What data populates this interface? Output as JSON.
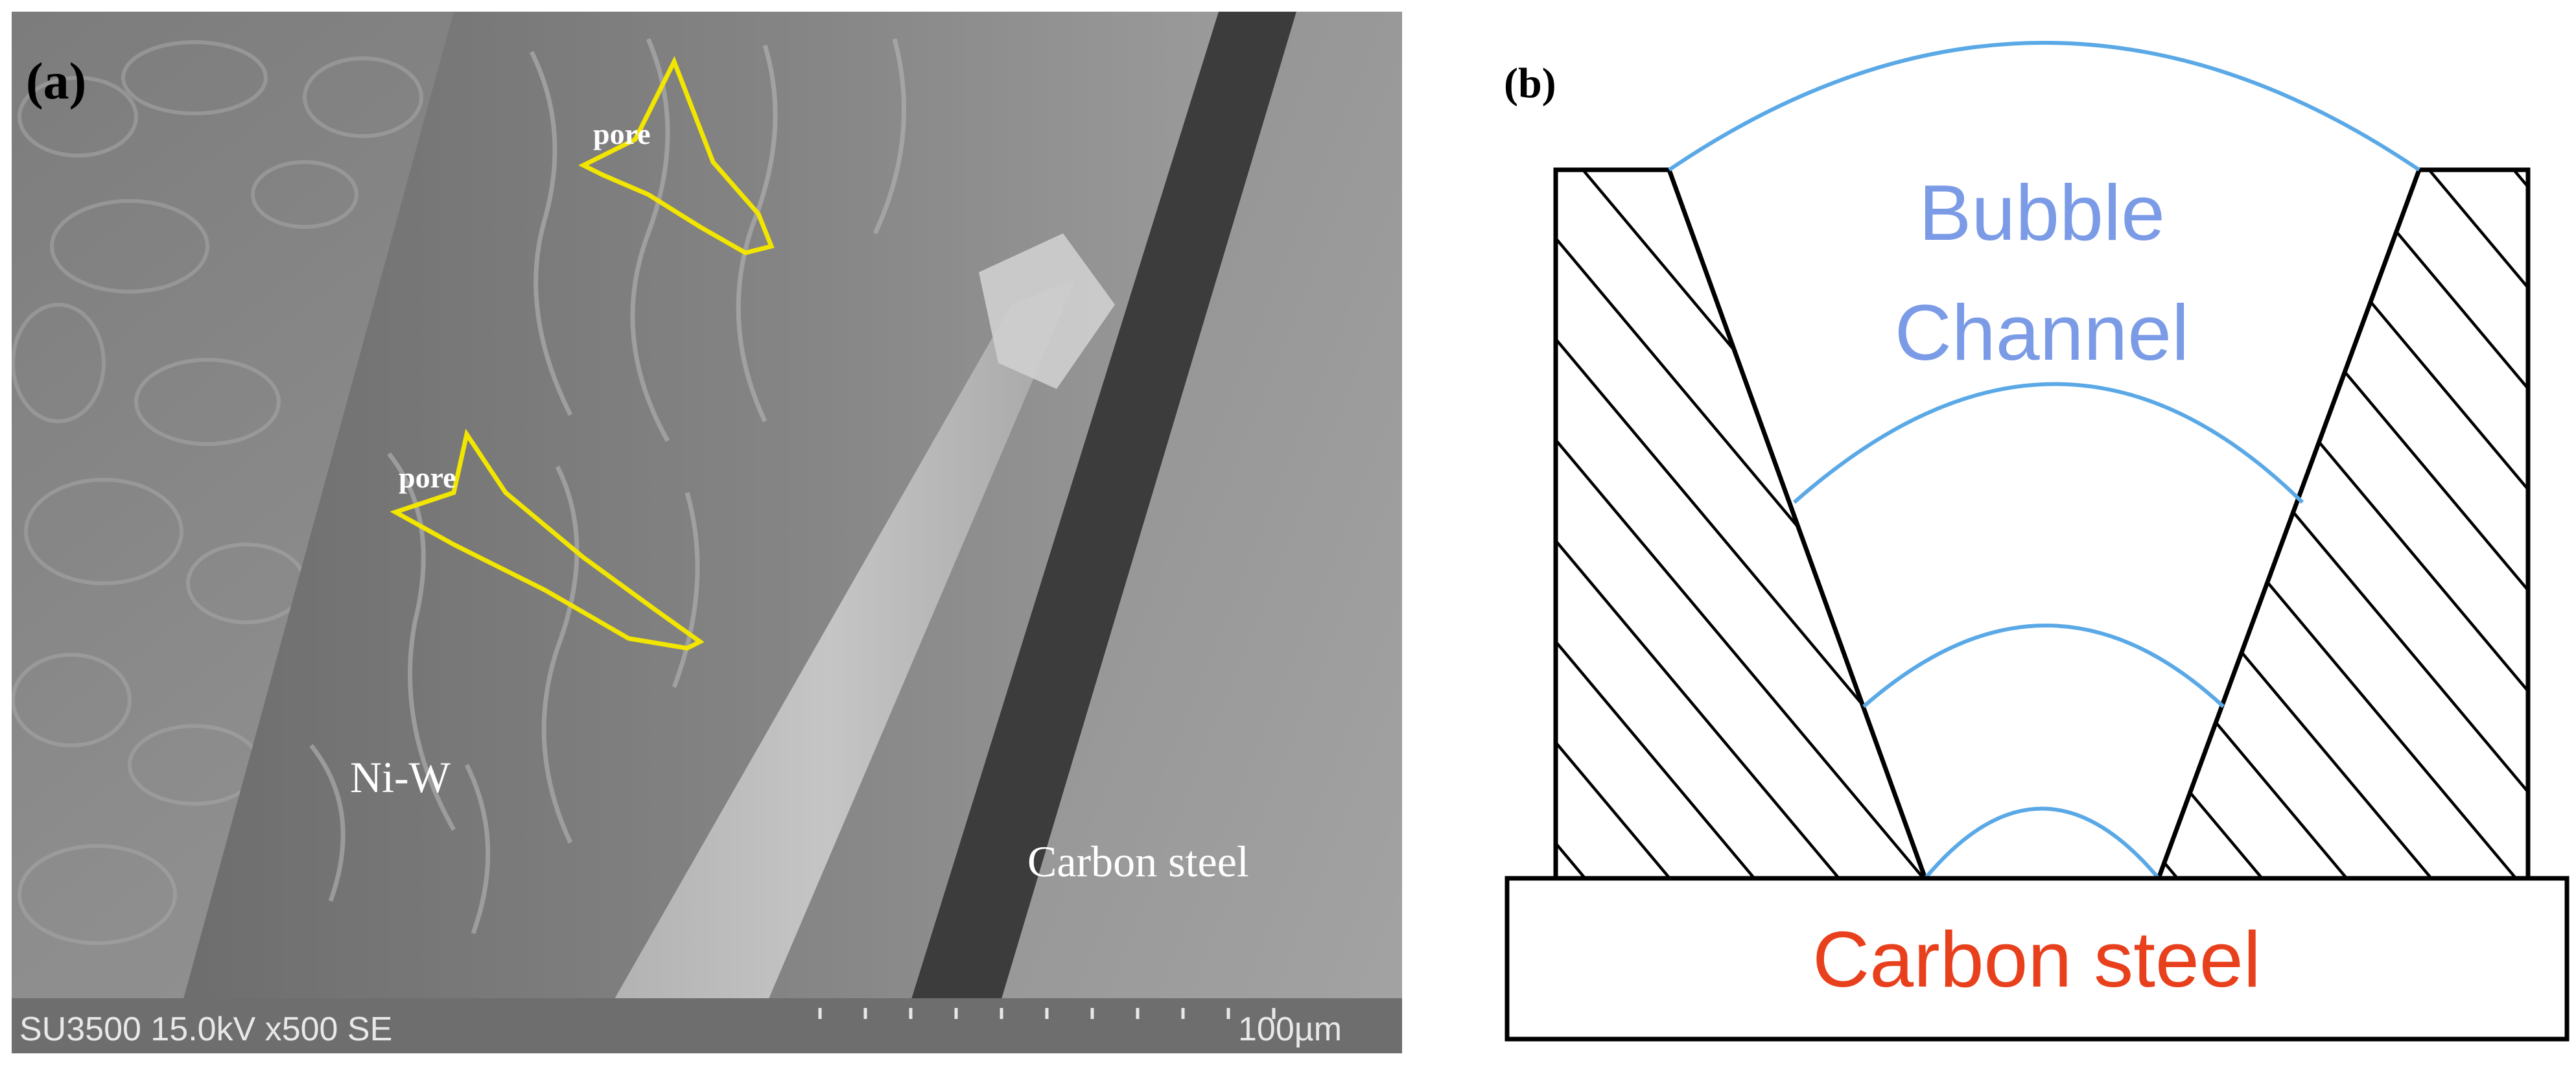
{
  "panel_a": {
    "label": "(a)",
    "pore_label_1": "pore",
    "pore_label_2": "pore",
    "region_label_coating": "Ni-W",
    "region_label_substrate": "Carbon steel",
    "info_bar_text": "SU3500 15.0kV x500 SE",
    "scale_bar_text": "100µm",
    "colors": {
      "pore_outline": "#f2e600",
      "micrograph_base": "#8a8a8a",
      "info_bar": "#6e6e6e"
    }
  },
  "panel_b": {
    "label": "(b)",
    "channel_line_1": "Bubble",
    "channel_line_2": "Channel",
    "substrate_label": "Carbon steel",
    "colors": {
      "channel_text": "#7b9be6",
      "substrate_text": "#e8401c",
      "arc_color": "#5aa9e6",
      "outline": "#000000"
    }
  }
}
